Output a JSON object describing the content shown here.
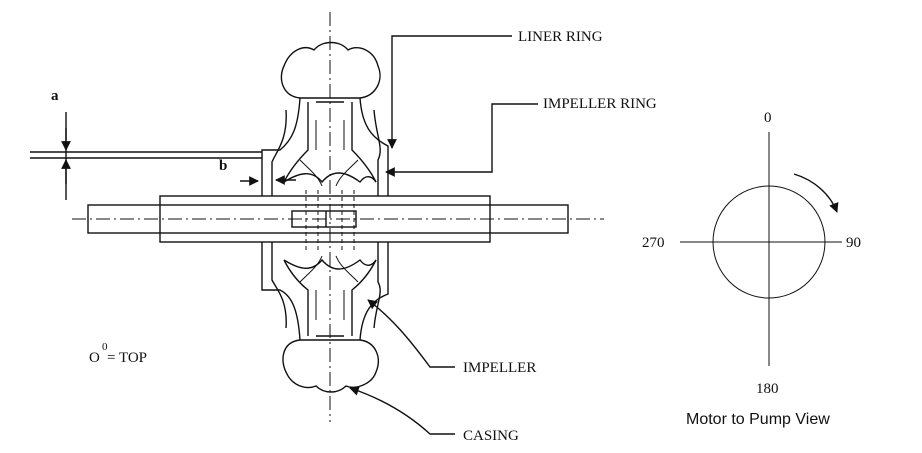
{
  "labels": {
    "liner_ring": "LINER RING",
    "impeller_ring": "IMPELLER RING",
    "impeller": "IMPELLER",
    "casing": "CASING",
    "dim_a": "a",
    "dim_b": "b",
    "top_note_base": "O",
    "top_note_sup": "0",
    "top_note_rest": " = TOP"
  },
  "rotation_view": {
    "angle_top": "0",
    "angle_right": "90",
    "angle_bottom": "180",
    "angle_left": "270",
    "caption": "Motor to Pump View"
  }
}
